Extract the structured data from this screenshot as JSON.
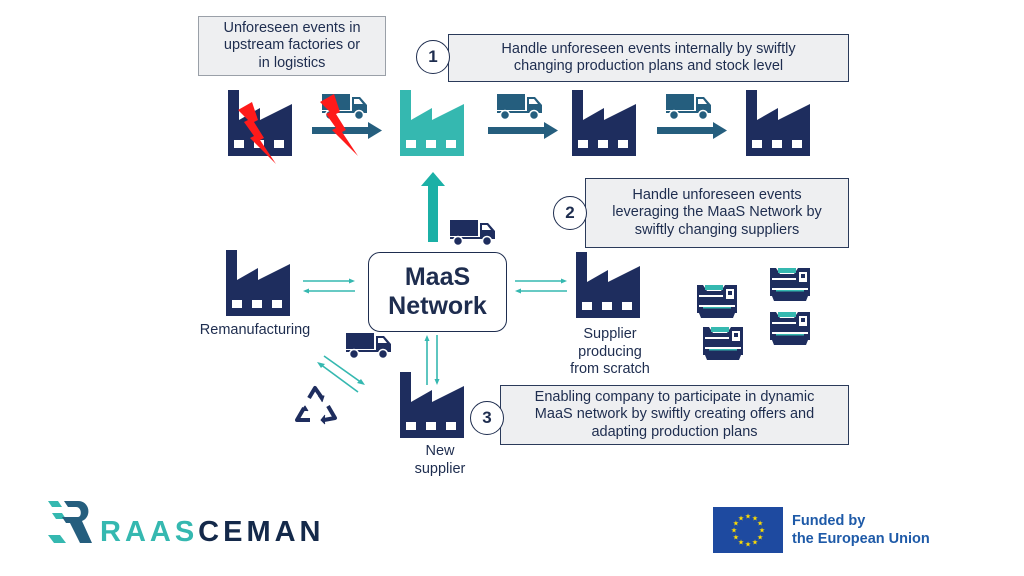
{
  "colors": {
    "navy": "#1e2d5e",
    "teal": "#35b8b0",
    "steel": "#255e7e",
    "lightning": "#ff1a1a",
    "box_bg": "#eeeff1",
    "eu_blue": "#1e4aa0",
    "eu_star": "#ffdd00"
  },
  "disruption_label": {
    "lines": [
      "Unforeseen events in",
      "upstream factories or",
      "in logistics"
    ]
  },
  "steps": [
    {
      "number": "1",
      "lines": [
        "Handle unforeseen events internally by swiftly",
        "changing production plans and stock level"
      ]
    },
    {
      "number": "2",
      "lines": [
        "Handle unforeseen events",
        "leveraging the MaaS Network by",
        "swiftly changing suppliers"
      ]
    },
    {
      "number": "3",
      "lines": [
        "Enabling company to participate in dynamic",
        "MaaS network by swiftly creating offers and",
        "adapting production plans"
      ]
    }
  ],
  "hub": {
    "lines": [
      "MaaS",
      "Network"
    ]
  },
  "nodes": {
    "remanufacturing": {
      "label": "Remanufacturing"
    },
    "supplier_scratch": {
      "lines": [
        "Supplier",
        "producing",
        "from scratch"
      ]
    },
    "new_supplier": {
      "lines": [
        "New",
        "supplier"
      ]
    }
  },
  "icons": {
    "factory": "factory-icon",
    "truck": "truck-icon",
    "lightning": "lightning-icon",
    "recycle": "recycle-icon",
    "machine": "cnc-machine-icon",
    "eu_flag": "eu-flag-icon"
  },
  "logo": {
    "part1": "RAAS",
    "part2": "CEMAN"
  },
  "funding": {
    "lines": [
      "Funded by",
      "the European Union"
    ]
  }
}
